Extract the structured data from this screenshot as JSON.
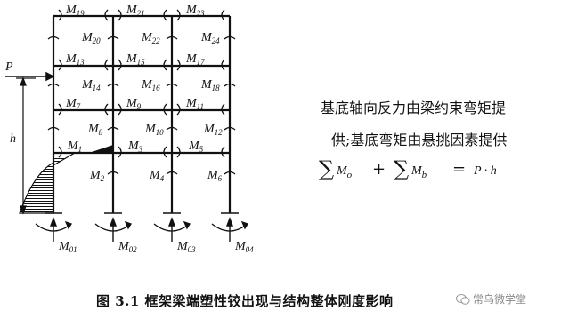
{
  "labels": {
    "P": "P",
    "h": "h",
    "M19": "M19",
    "M21": "M21",
    "M23": "M23",
    "M20": "M20",
    "M22": "M22",
    "M24": "M24",
    "M13": "M13",
    "M15": "M15",
    "M17": "M17",
    "M14": "M14",
    "M16": "M16",
    "M18": "M18",
    "M7": "M7",
    "M9": "M9",
    "M11": "M11",
    "M8": "M8",
    "M10": "M10",
    "M12": "M12",
    "M1": "M1",
    "M3": "M3",
    "M5": "M5",
    "M2": "M2",
    "M4": "M4",
    "M6": "M6",
    "M01": "M01",
    "M02": "M02",
    "M03": "M03",
    "M04": "M04"
  },
  "description": {
    "line1": "基底轴向反力由梁约束弯矩提",
    "line2": "供;基底弯矩由悬挑因素提供"
  },
  "equation": {
    "sum": "∑",
    "Mo": "M",
    "o_sub": "o",
    "plus": "+",
    "Mb": "M",
    "b_sub": "b",
    "eq": "=",
    "rhs": "P · h"
  },
  "caption": "图 3.1   框架梁端塑性铰出现与结构整体刚度影响",
  "watermark": "常乌微学堂"
}
